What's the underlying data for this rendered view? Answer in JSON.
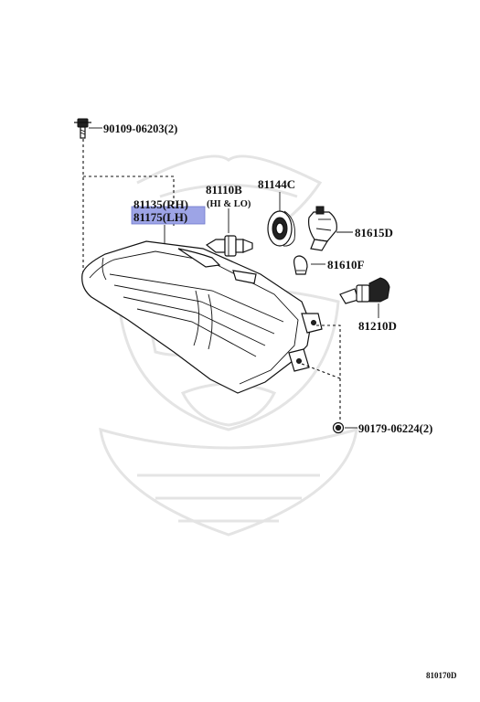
{
  "labels": {
    "bolt_top": "90109-06203(2)",
    "headlamp_rh": "81135(RH)",
    "headlamp_lh": "81175(LH)",
    "bulb_hilo": "81110B",
    "bulb_hilo_note": "(HI & LO)",
    "socket_cover": "81144C",
    "socket": "81615D",
    "small_bulb": "81610F",
    "bulb_lower": "81210D",
    "nut_bottom": "90179-06224(2)",
    "figure_code": "810170D"
  },
  "colors": {
    "highlight": "#9da4e6",
    "line": "#111111",
    "watermark": "#e4e4e4"
  }
}
